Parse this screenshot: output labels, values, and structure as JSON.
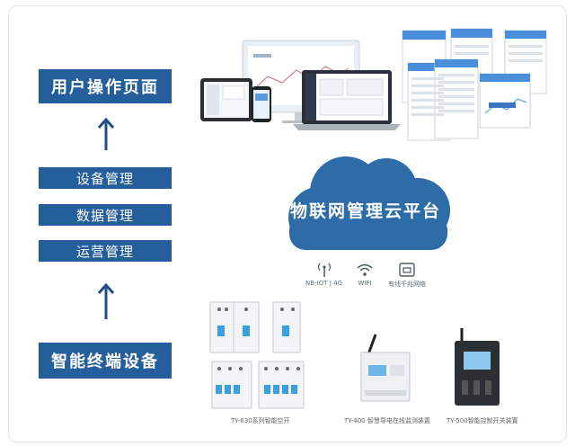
{
  "left": {
    "top_box": "用户操作页面",
    "middle_boxes": [
      "设备管理",
      "数据管理",
      "运营管理"
    ],
    "bottom_box": "智能终端设备"
  },
  "cloud": {
    "title": "物联网管理云平台"
  },
  "connectivity": [
    {
      "icon": "antenna-icon",
      "label": "NB-IOT | 4G"
    },
    {
      "icon": "wifi-icon",
      "label": "WIFI"
    },
    {
      "icon": "ethernet-icon",
      "label": "有线千兆网络"
    }
  ],
  "devices": [
    {
      "label": "TY-630系列智能空开"
    },
    {
      "label": "TY-400 智慧导电在线监测装置"
    },
    {
      "label": "TY-500智能控制开关装置"
    }
  ],
  "colors": {
    "box_blue": "#245f9b",
    "cloud_blue": "#2d6ba9",
    "arrow_blue": "#1f4f86"
  }
}
